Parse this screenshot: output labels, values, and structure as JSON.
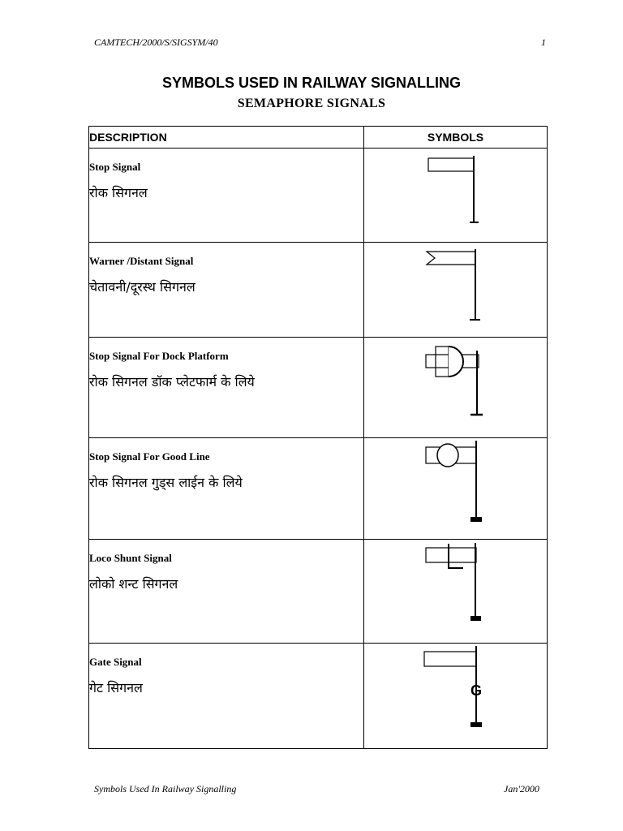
{
  "header": {
    "doc_code": "CAMTECH/2000/S/SIGSYM/40",
    "page_number": "1"
  },
  "title": "SYMBOLS USED IN RAILWAY SIGNALLING",
  "subtitle": "SEMAPHORE SIGNALS",
  "table": {
    "col_description": "DESCRIPTION",
    "col_symbols": "SYMBOLS",
    "rows": [
      {
        "en": "Stop Signal",
        "hi": "रोक सिगनल"
      },
      {
        "en": "Warner /Distant Signal",
        "hi": "चेतावनी/दूरस्थ सिगनल"
      },
      {
        "en": "Stop Signal For Dock Platform",
        "hi": "रोक सिगनल डॉक प्लेटफार्म के लिये"
      },
      {
        "en": "Stop Signal For Good Line",
        "hi": "रोक सिगनल गुड्स लाईन के लिये"
      },
      {
        "en": "Loco Shunt Signal",
        "hi": "लोको शन्ट सिगनल"
      },
      {
        "en": "Gate Signal",
        "hi": "गेट सिगनल",
        "mark": "G"
      }
    ]
  },
  "footer": {
    "left": "Symbols Used In Railway Signalling",
    "right": "Jan'2000"
  }
}
